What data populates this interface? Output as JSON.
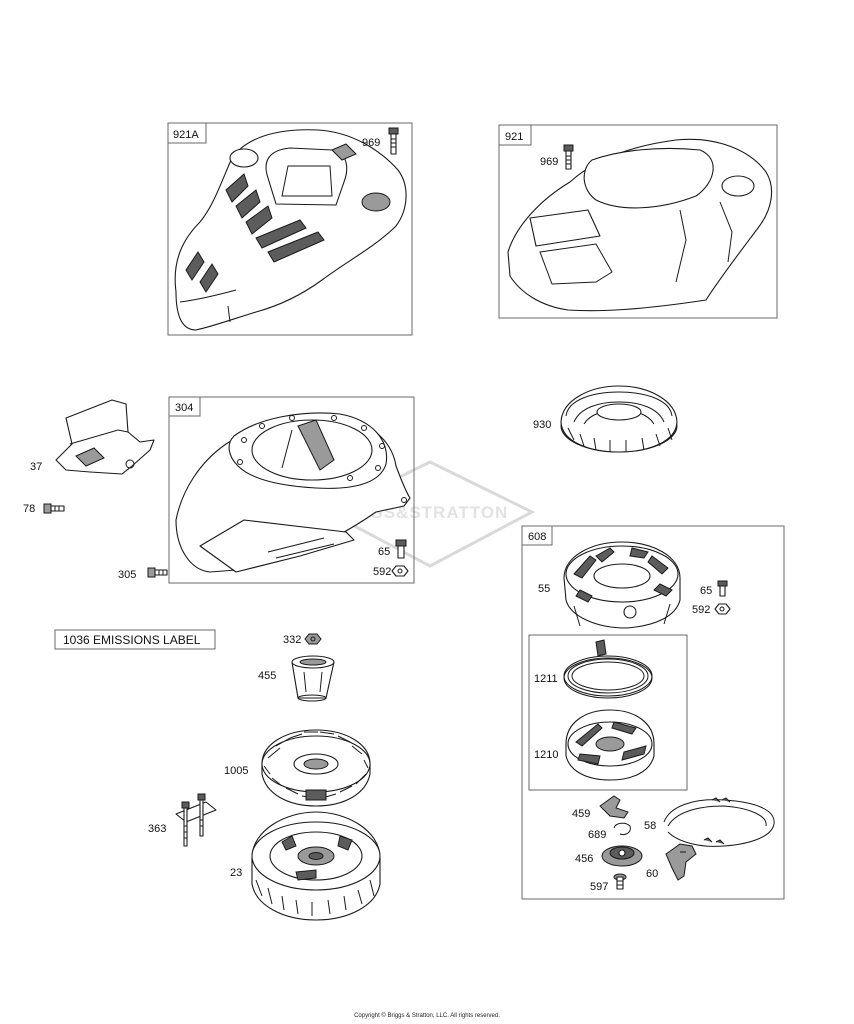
{
  "watermark": "BRIGGS&STRATTON",
  "copyright": "Copyright © Briggs & Stratton, LLC. All rights reserved.",
  "boxes": {
    "b921A": "921A",
    "b921": "921",
    "b304": "304",
    "b608": "608"
  },
  "emissions_label": "1036 EMISSIONS LABEL",
  "labels": {
    "p969a": "969",
    "p969b": "969",
    "p37": "37",
    "p78": "78",
    "p305": "305",
    "p65a": "65",
    "p592a": "592",
    "p930": "930",
    "p55": "55",
    "p65b": "65",
    "p592b": "592",
    "p1211": "1211",
    "p1210": "1210",
    "p459": "459",
    "p58": "58",
    "p689": "689",
    "p456": "456",
    "p60": "60",
    "p597": "597",
    "p332": "332",
    "p455": "455",
    "p1005": "1005",
    "p363": "363",
    "p23": "23"
  }
}
